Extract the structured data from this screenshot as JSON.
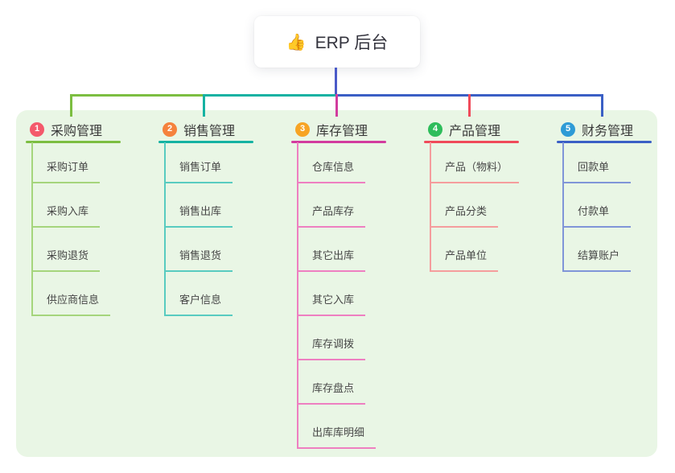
{
  "root": {
    "icon": "👍",
    "label": "ERP 后台"
  },
  "branches": [
    {
      "number": "1",
      "label": "采购管理",
      "badge_color": "#F4596B",
      "line_color": "#7CBE41",
      "child_line_color": "#A5D57C",
      "children": [
        "采购订单",
        "采购入库",
        "采购退货",
        "供应商信息"
      ]
    },
    {
      "number": "2",
      "label": "销售管理",
      "badge_color": "#F5823D",
      "line_color": "#15B2A2",
      "child_line_color": "#58CBC0",
      "children": [
        "销售订单",
        "销售出库",
        "销售退货",
        "客户信息"
      ]
    },
    {
      "number": "3",
      "label": "库存管理",
      "badge_color": "#F7A424",
      "line_color": "#D23C9E",
      "child_line_color": "#EE7FC1",
      "children": [
        "仓库信息",
        "产品库存",
        "其它出库",
        "其它入库",
        "库存调拨",
        "库存盘点",
        "出库库明细"
      ]
    },
    {
      "number": "4",
      "label": "产品管理",
      "badge_color": "#2EBD5B",
      "line_color": "#F04A5A",
      "child_line_color": "#F59D9D",
      "children": [
        "产品（物料）",
        "产品分类",
        "产品单位"
      ]
    },
    {
      "number": "5",
      "label": "财务管理",
      "badge_color": "#2E9BD6",
      "line_color": "#3A5FC5",
      "child_line_color": "#8095D8",
      "children": [
        "回款单",
        "付款单",
        "结算账户"
      ]
    }
  ],
  "colors": {
    "panel_bg": "#E9F6E5",
    "root_connector": "#4A5AC8",
    "bus_segments": [
      "#7CBE41",
      "#15B2A2",
      "#3A5FC5",
      "#3A5FC5"
    ],
    "card_bg": "#FFFFFF",
    "title_color": "#33333D"
  }
}
